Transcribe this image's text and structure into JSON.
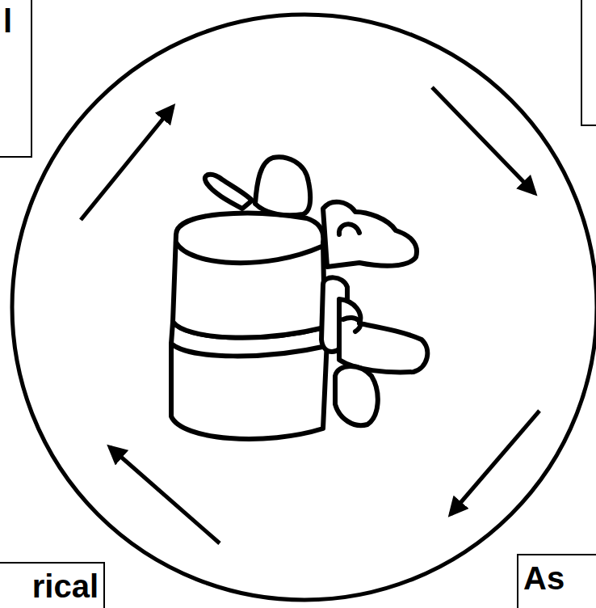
{
  "diagram": {
    "nodes": [
      {
        "text": [
          "l"
        ]
      },
      {
        "text": [
          "rical"
        ]
      },
      {
        "text": [
          "As"
        ]
      }
    ]
  }
}
